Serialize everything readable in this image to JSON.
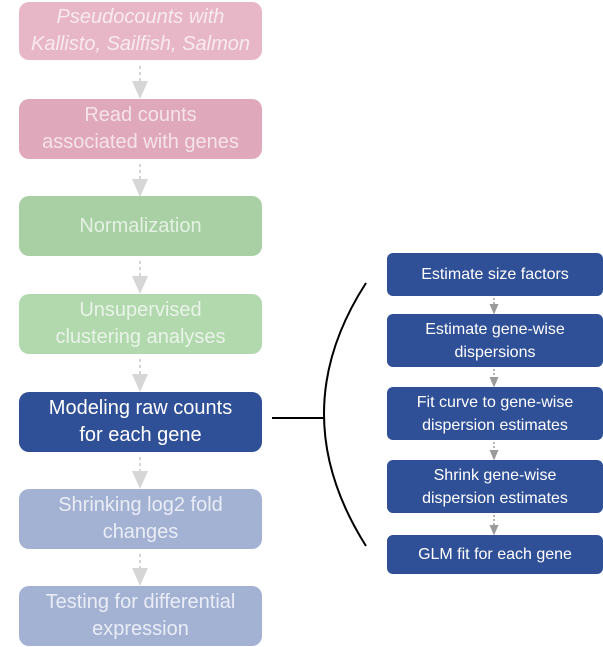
{
  "pipeline": {
    "steps": [
      {
        "line1": "Pseudocounts with",
        "line2": "Kallisto, Sailfish, Salmon"
      },
      {
        "line1": "Read counts",
        "line2": "associated with genes"
      },
      {
        "line1": "Normalization",
        "line2": ""
      },
      {
        "line1": "Unsupervised",
        "line2": "clustering analyses"
      },
      {
        "line1": "Modeling raw counts",
        "line2": "for each gene"
      },
      {
        "line1": "Shrinking log2 fold",
        "line2": "changes"
      },
      {
        "line1": "Testing for differential",
        "line2": "expression"
      }
    ]
  },
  "modeling_detail": {
    "steps": [
      {
        "line1": "Estimate size factors",
        "line2": ""
      },
      {
        "line1": "Estimate gene-wise",
        "line2": "dispersions"
      },
      {
        "line1": "Fit curve to gene-wise",
        "line2": "dispersion estimates"
      },
      {
        "line1": "Shrink gene-wise",
        "line2": "dispersion estimates"
      },
      {
        "line1": "GLM fit for each gene",
        "line2": ""
      }
    ]
  },
  "colors": {
    "pink": "#e7b7c7",
    "green": "#a8d0a4",
    "navy": "#2f4f96",
    "light_blue": "#a3b1d3",
    "arrow_gray": "#d6d6d6"
  }
}
